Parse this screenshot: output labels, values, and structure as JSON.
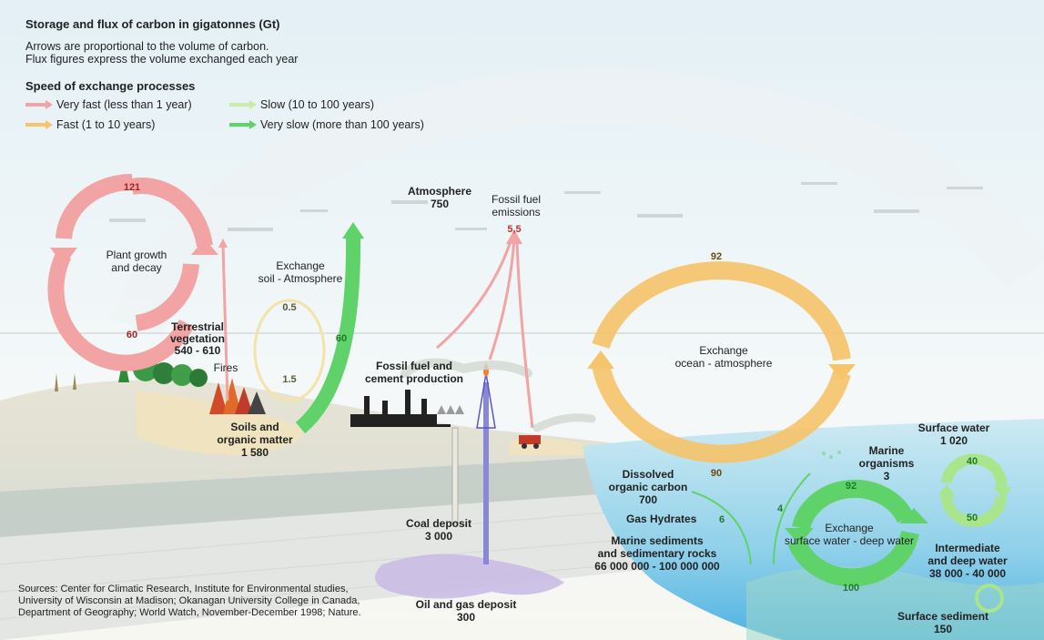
{
  "header": {
    "title": "Storage and flux of carbon in gigatonnes (Gt)",
    "note_line1": "Arrows are proportional to the volume of carbon.",
    "note_line2": "Flux figures express the volume exchanged each year"
  },
  "legend": {
    "title": "Speed of exchange processes",
    "items": [
      {
        "label": "Very fast (less than 1 year)",
        "color": "#f2a3a3"
      },
      {
        "label": "Fast (1 to 10 years)",
        "color": "#f6c46a"
      },
      {
        "label": "Slow (10 to 100 years)",
        "color": "#c8ecaa"
      },
      {
        "label": "Very slow (more than 100 years)",
        "color": "#5fd36a"
      }
    ]
  },
  "labels": {
    "atmosphere": "Atmosphere",
    "atmosphere_value": "750",
    "fossil_emissions_1": "Fossil fuel",
    "fossil_emissions_2": "emissions",
    "fossil_emissions_value": "5,5",
    "plant_growth_1": "Plant growth",
    "plant_growth_2": "and decay",
    "exchange_soil_1": "Exchange",
    "exchange_soil_2": "soil - Atmosphere",
    "terrestrial_1": "Terrestrial",
    "terrestrial_2": "vegetation",
    "terrestrial_value": "540 - 610",
    "fires": "Fires",
    "soils_1": "Soils and",
    "soils_2": "organic matter",
    "soils_value": "1 580",
    "fossil_production_1": "Fossil fuel and",
    "fossil_production_2": "cement production",
    "exchange_ocean_1": "Exchange",
    "exchange_ocean_2": "ocean - atmosphere",
    "surface_water": "Surface water",
    "surface_water_value": "1 020",
    "marine_org_1": "Marine",
    "marine_org_2": "organisms",
    "marine_org_value": "3",
    "dissolved_1": "Dissolved",
    "dissolved_2": "organic carbon",
    "dissolved_value": "700",
    "gas_hydrates": "Gas Hydrates",
    "gas_hydrates_value": "6",
    "coal_1": "Coal deposit",
    "coal_value": "3 000",
    "marine_sed_1": "Marine sediments",
    "marine_sed_2": "and sedimentary rocks",
    "marine_sed_value": "66 000 000 - 100 000 000",
    "exchange_deep_1": "Exchange",
    "exchange_deep_2": "surface water - deep water",
    "intermediate_1": "Intermediate",
    "intermediate_2": "and deep water",
    "intermediate_value": "38 000 - 40 000",
    "oil_gas_1": "Oil and gas deposit",
    "oil_gas_value": "300",
    "surface_sed_1": "Surface sediment",
    "surface_sed_value": "150"
  },
  "fluxes": {
    "plant_top": "121",
    "plant_bottom": "60",
    "soil_top": "0.5",
    "soil_bottom": "1.5",
    "soil_green": "60",
    "ocean_top": "92",
    "ocean_bottom": "90",
    "deep_top": "92",
    "deep_bottom": "100",
    "deep_left": "4",
    "surface_top": "40",
    "surface_bottom": "50"
  },
  "sources": "Sources: Center for Climatic Research, Institute for Environmental studies, University of Wisconsin at Madison; Okanagan University College in Canada, Department of Geography; World Watch, November-December 1998; Nature."
}
